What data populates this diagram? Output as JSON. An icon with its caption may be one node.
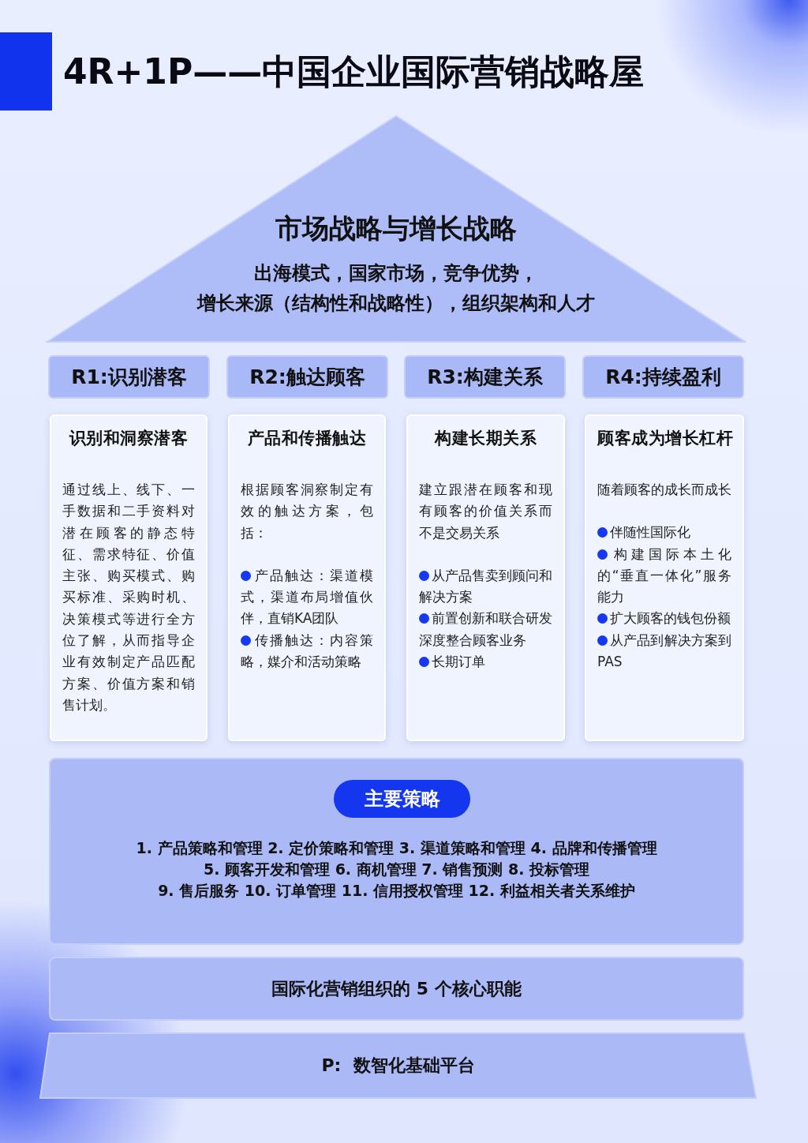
{
  "diagram": {
    "title": "4R+1P——中国企业国际营销战略屋",
    "nodes": [
      {
        "text": [
          "市场战略与增长战略",
          "出海模式，国家市场，竞争优势，",
          "增长来源（结构性和战略性），组织架构和人才"
        ]
      },
      {
        "text": [
          "R1:识别潜客"
        ]
      },
      {
        "text": [
          "R2:触达顾客"
        ]
      },
      {
        "text": [
          "R3:构建关系"
        ]
      },
      {
        "text": [
          "R4:持续盈利"
        ]
      },
      {
        "text": [
          "识别和洞察潜客",
          "通过线上、线下、一手数据和二手资料对潜在顾客的静态特征、需求特征、价值主张、购买模式、购买标准、采购时机、决策模式等进行全方位了解，从而指导企业有效制定产品匹配方案、价值方案和销售计划。"
        ]
      },
      {
        "text": [
          "产品和传播触达",
          "根据顾客洞察制定有效的触达方案，包括：",
          "产品触达：渠道模式，渠道布局增值伙伴，直销KA团队",
          "传播触达：内容策略，媒介和活动策略"
        ]
      },
      {
        "text": [
          "构建长期关系",
          "建立跟潜在顾客和现有顾客的价值关系而不是交易关系",
          "从产品售卖到顾问和解决方案",
          "前置创新和联合研发深度整合顾客业务",
          "长期订单"
        ]
      },
      {
        "text": [
          "顾客成为增长杠杆",
          "随着顾客的成长而成长",
          "伴随性国际化",
          "构建国际本土化的“垂直一体化”服务能力",
          "扩大顾客的钱包份额",
          "从产品到解决方案到 PAS"
        ]
      },
      {
        "text": [
          "1. 产品策略和管理 2. 定价策略和管理 3. 渠道策略和管理 4. 品牌和传播管理",
          "5. 顾客开发和管理 6. 商机管理 7. 销售预测 8. 投标管理",
          "9. 售后服务 10. 订单管理 11. 信用授权管理 12. 利益相关者关系维护"
        ]
      },
      {
        "text": [
          "主要策略"
        ],
        "in": 9
      },
      {
        "text": [
          "国际化营销组织的 5 个核心职能"
        ]
      },
      {
        "text": [
          "P:  数智化基础平台"
        ]
      }
    ],
    "edges": []
  }
}
